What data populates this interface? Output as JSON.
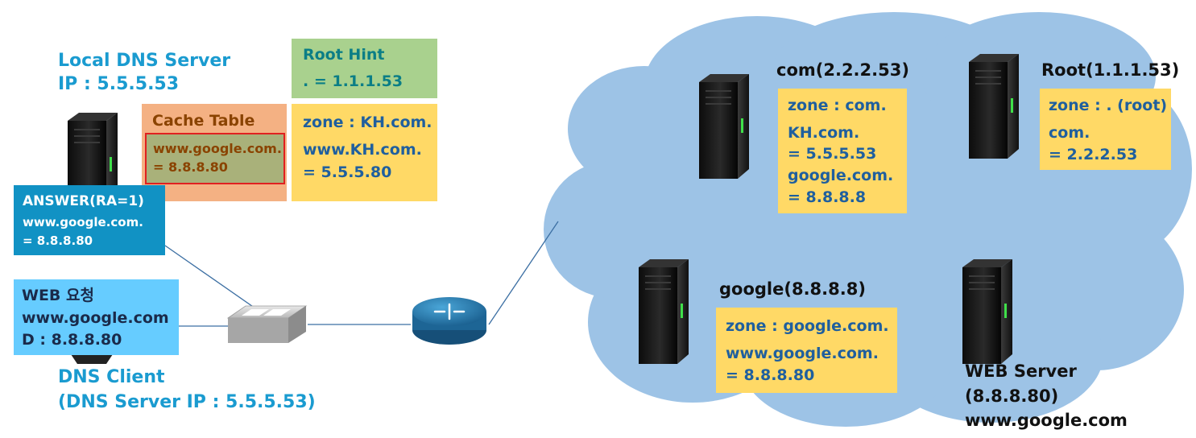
{
  "local_dns": {
    "title": "Local DNS Server",
    "ip": "IP : 5.5.5.53"
  },
  "root_hint": {
    "title": "Root Hint",
    "value": ". = 1.1.1.53"
  },
  "cache_table": {
    "title": "Cache Table",
    "entry_line1": "www.google.com.",
    "entry_line2": "= 8.8.8.80"
  },
  "local_zone": {
    "line1": "zone : KH.com.",
    "line2": "www.KH.com.",
    "line3": "= 5.5.5.80"
  },
  "answer": {
    "line1": "ANSWER(RA=1)",
    "line2": "www.google.com.",
    "line3": "= 8.8.8.80"
  },
  "web_request": {
    "line1": "WEB 요청",
    "line2": "www.google.com",
    "line3": "D : 8.8.8.80"
  },
  "dns_client": {
    "line1": "DNS Client",
    "line2": "(DNS Server IP : 5.5.5.53)"
  },
  "com_server": {
    "title": "com(2.2.2.53)",
    "line1": "zone : com.",
    "line2": "KH.com.",
    "line3": "= 5.5.5.53",
    "line4": "google.com.",
    "line5": "= 8.8.8.8"
  },
  "root_server": {
    "title": "Root(1.1.1.53)",
    "line1": "zone : . (root)",
    "line2": "com.",
    "line3": "= 2.2.2.53"
  },
  "google_server": {
    "title": "google(8.8.8.8)",
    "line1": "zone : google.com.",
    "line2": "www.google.com.",
    "line3": "= 8.8.8.80"
  },
  "web_server": {
    "line1": "WEB Server",
    "line2": "(8.8.8.80)",
    "line3": "www.google.com"
  },
  "colors": {
    "cloud": "#9dc3e6",
    "yellow_box": "#ffd966",
    "green_box": "#a9d18e",
    "orange_box": "#f4b183",
    "answer_box": "#1192c4",
    "request_box": "#66ccff",
    "cache_entry": "#a9b17a",
    "highlight_border": "#e02020"
  }
}
